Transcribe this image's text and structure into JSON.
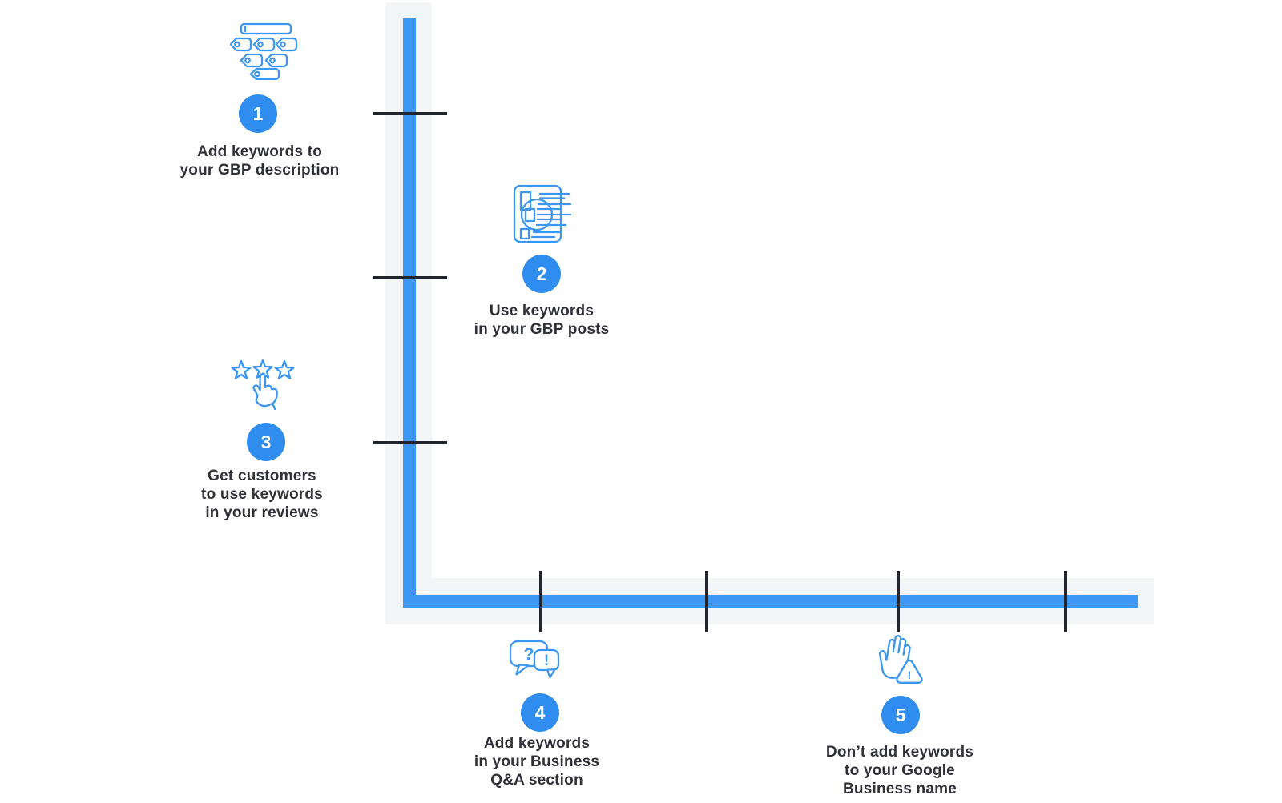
{
  "colors": {
    "axis_bar_blue": "#3e97f5",
    "circle_blue": "#2f8def",
    "icon_blue": "#3b96f4",
    "band_gray": "#f4f5f6",
    "tick_dark": "#22262c",
    "text_dark": "#2f3038",
    "number_white": "#ffffff"
  },
  "steps": [
    {
      "number": "1",
      "icon": "keyword-tags-icon",
      "lines": [
        "Add keywords to",
        "your GBP description"
      ]
    },
    {
      "number": "2",
      "icon": "gbp-post-icon",
      "lines": [
        "Use keywords",
        "in your GBP posts"
      ]
    },
    {
      "number": "3",
      "icon": "review-stars-icon",
      "lines": [
        "Get customers",
        "to use keywords",
        "in your reviews"
      ]
    },
    {
      "number": "4",
      "icon": "qa-bubbles-icon",
      "lines": [
        "Add keywords",
        "in your Business",
        "Q&A section"
      ]
    },
    {
      "number": "5",
      "icon": "stop-hand-icon",
      "lines": [
        "Don’t add keywords",
        "to your Google",
        "Business name"
      ]
    }
  ],
  "icon_glyphs": {
    "question_mark": "?",
    "exclamation_mark": "!",
    "warning_mark": "!"
  }
}
